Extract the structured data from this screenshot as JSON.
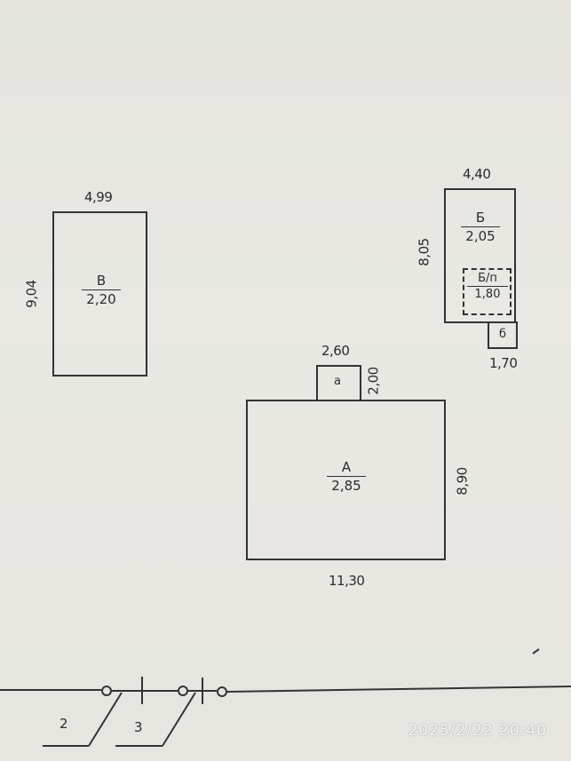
{
  "buildings": {
    "V": {
      "letter": "В",
      "value": "2,20",
      "width": "4,99",
      "height": "9,04"
    },
    "A": {
      "letter": "А",
      "value": "2,85",
      "width": "11,30",
      "height": "8,90"
    },
    "a": {
      "letter": "а",
      "width": "2,60",
      "height": "2,00"
    },
    "B": {
      "letter": "Б",
      "value": "2,05",
      "width": "4,40",
      "height": "8,05"
    },
    "Bp": {
      "letter": "Б/п",
      "value": "1,80"
    },
    "b": {
      "letter": "б",
      "width": "1,70"
    }
  },
  "fence": {
    "label_1": "2",
    "label_2": "3"
  },
  "timestamp": "2025/2/22 20:40"
}
